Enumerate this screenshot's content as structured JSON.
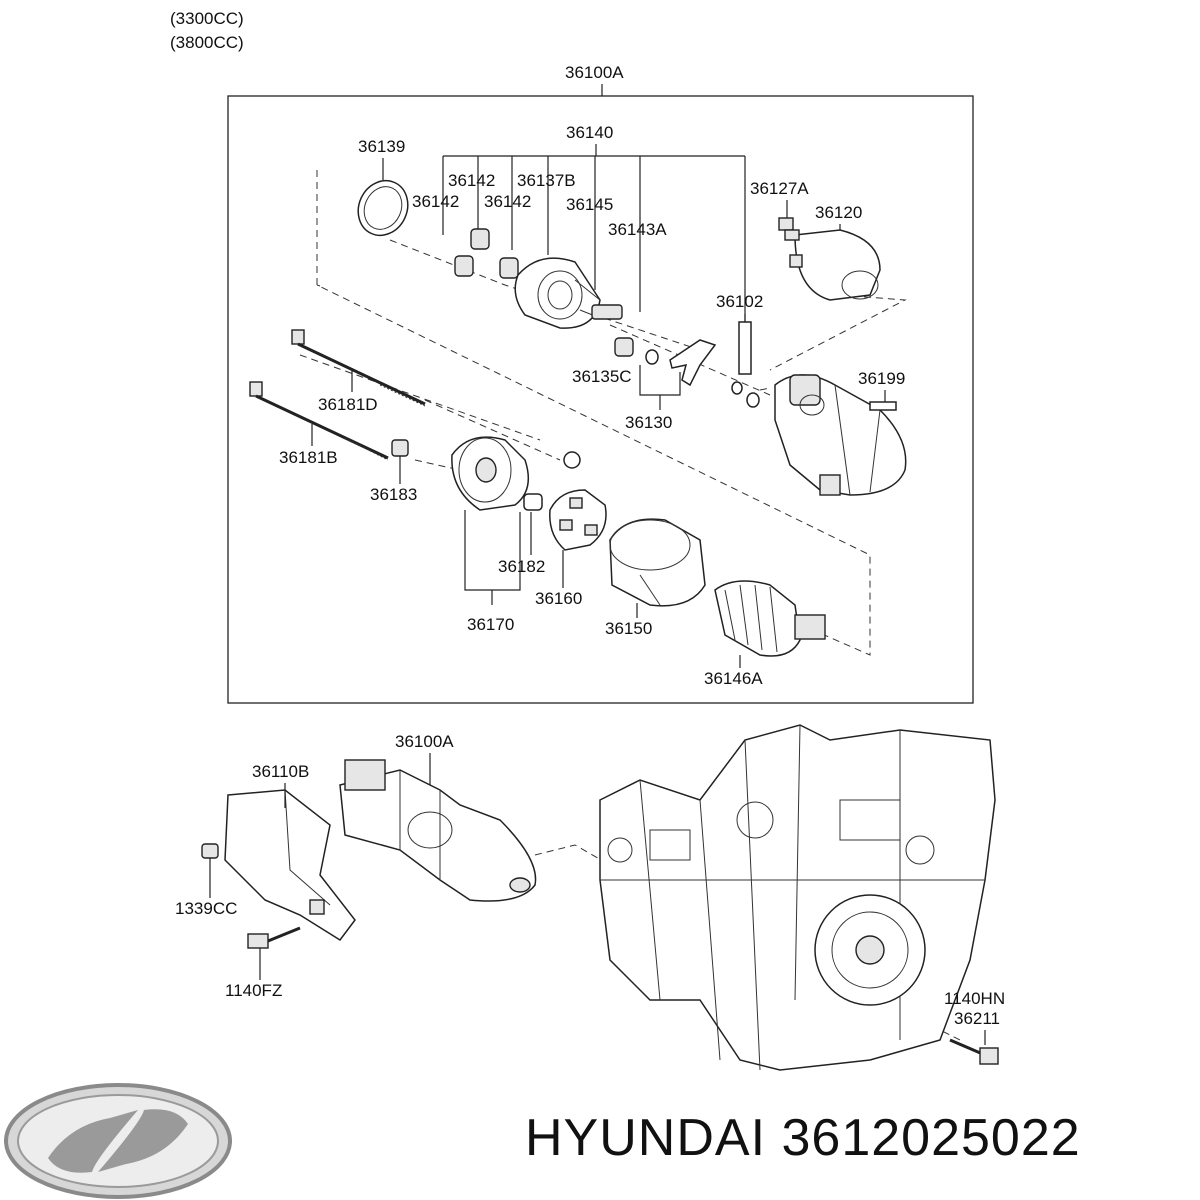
{
  "header": {
    "note_line1": "(3300CC)",
    "note_line2": "(3800CC)"
  },
  "labels": {
    "assembly_top": "36100A",
    "p36139": "36139",
    "p36140": "36140",
    "p36142_a": "36142",
    "p36137b": "36137B",
    "p36142_b": "36142",
    "p36142_c": "36142",
    "p36145": "36145",
    "p36143a": "36143A",
    "p36127a": "36127A",
    "p36120": "36120",
    "p36102": "36102",
    "p36135c": "36135C",
    "p36130": "36130",
    "p36199": "36199",
    "p36181d": "36181D",
    "p36181b": "36181B",
    "p36183": "36183",
    "p36182": "36182",
    "p36160": "36160",
    "p36170": "36170",
    "p36150": "36150",
    "p36146a": "36146A",
    "assembly_bottom": "36100A",
    "p36110b": "36110B",
    "p1339cc": "1339CC",
    "p1140fz": "1140FZ",
    "p1140hn": "1140HN",
    "p36211": "36211"
  },
  "footer": {
    "brand_text": "HYUNDAI 3612025022",
    "logo_icon": "hyundai-logo-icon"
  }
}
